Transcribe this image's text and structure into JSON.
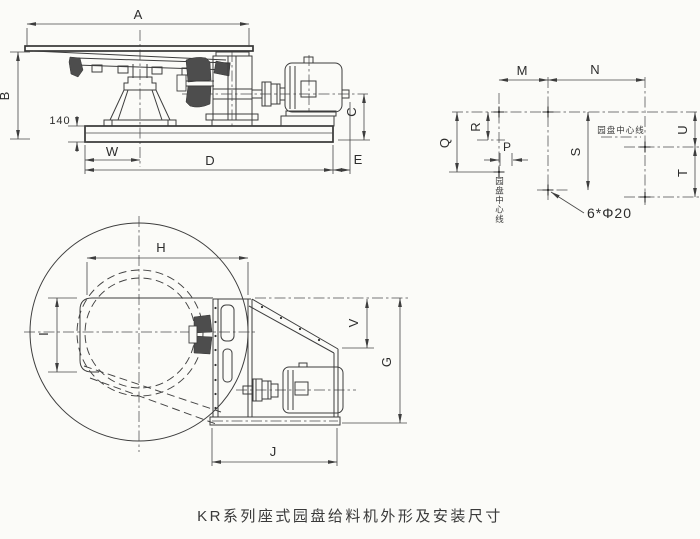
{
  "colors": {
    "ink": "#3d3d3d",
    "paper": "#fbfbf8",
    "dark_fill": "#4d4d4d"
  },
  "caption": "KR系列座式园盘给料机外形及安装尺寸",
  "side_view": {
    "labels": {
      "A": "A",
      "B": "B",
      "C": "C",
      "D": "D",
      "E": "E",
      "W": "W"
    },
    "base_height": "140"
  },
  "install_diagram": {
    "labels": {
      "M": "M",
      "N": "N",
      "P": "P",
      "Q": "Q",
      "R": "R",
      "S": "S",
      "T": "T",
      "U": "U"
    },
    "hole_note": "6*Φ20",
    "disc_centerline_horizontal": "园盘中心线",
    "disc_centerline_vertical": "园盘中心线"
  },
  "top_view": {
    "labels": {
      "G": "G",
      "H": "H",
      "I": "I",
      "J": "J",
      "V": "V"
    }
  }
}
